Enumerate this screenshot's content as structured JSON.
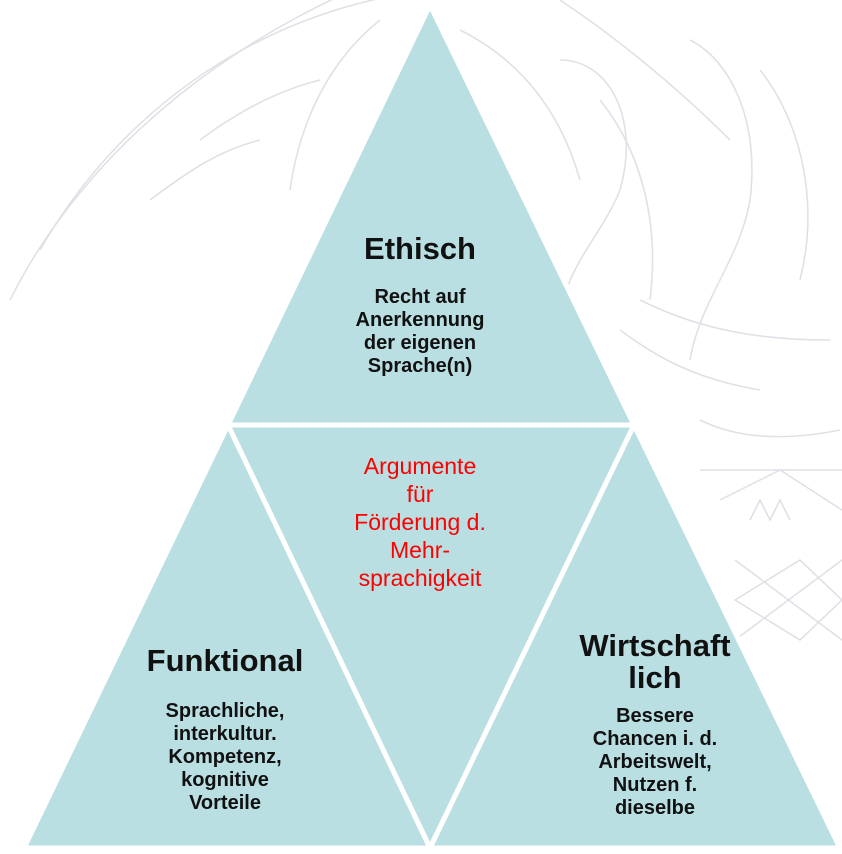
{
  "colors": {
    "triangle_fill": "#b9dfe3",
    "triangle_stroke": "#ffffff",
    "center_fill": "#b9dfe3",
    "center_text": "#ff0000",
    "heading_text": "#111111",
    "watermark": "#c5c9d2"
  },
  "watermark": {
    "kind": "university-seal",
    "description_icon": "seal-watermark"
  },
  "top": {
    "title": "Ethisch",
    "body": "Recht auf\nAnerkennung\nder eigenen\nSprache(n)"
  },
  "center": {
    "text": "Argumente\nfür\nFörderung d.\nMehr-\nsprachigkeit"
  },
  "left": {
    "title": "Funktional",
    "body": "Sprachliche,\ninterkultur.\nKompetenz,\nkognitive\nVorteile"
  },
  "right": {
    "title": "Wirtschaft\nlich",
    "body": "Bessere\nChancen i. d.\nArbeitswelt,\nNutzen f.\ndieselbe"
  }
}
